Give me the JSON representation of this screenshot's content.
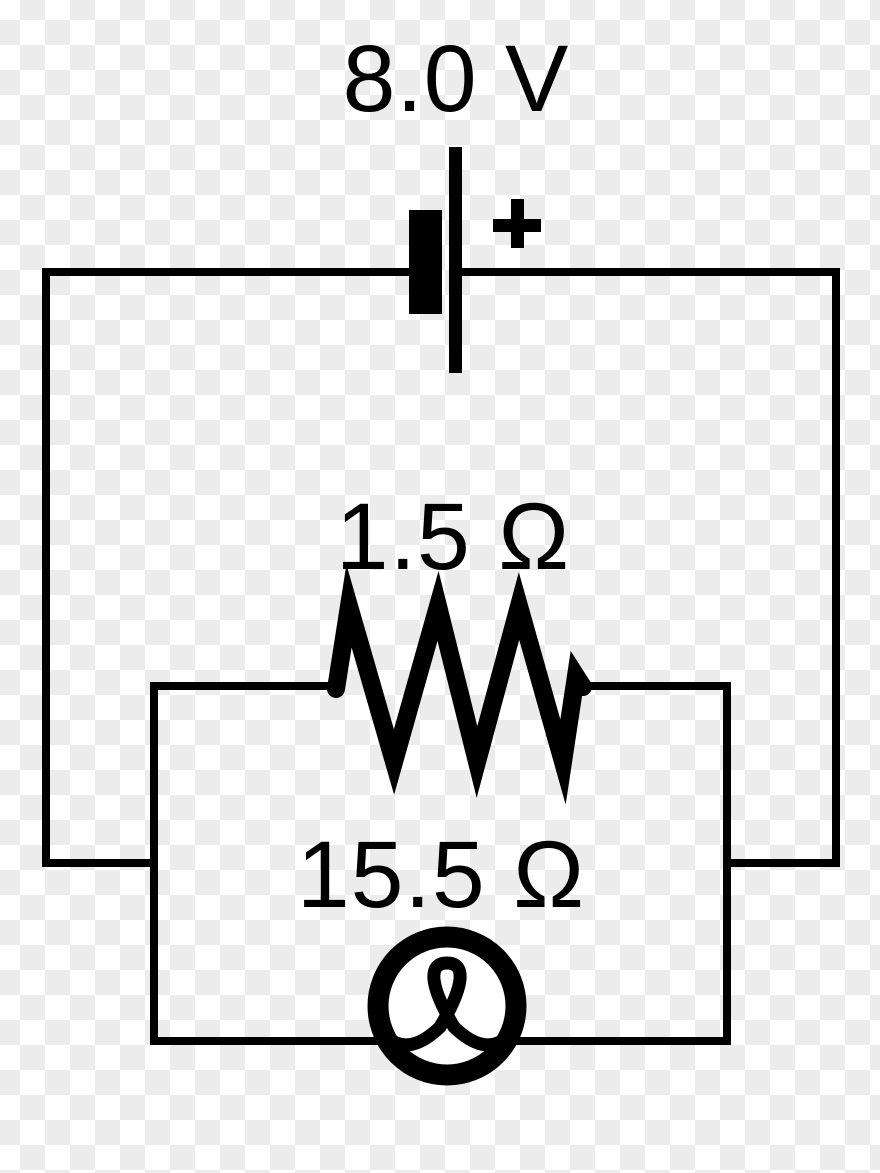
{
  "diagram": {
    "type": "parallel-circuit-schematic",
    "colors": {
      "line": "#000000",
      "checker_light": "#ffffff",
      "checker_dark": "#ececec",
      "lamp_fill": "#ffffff"
    },
    "battery": {
      "voltage_label": "8.0 V",
      "polarity_icon": "+"
    },
    "resistor": {
      "value_label": "1.5 Ω"
    },
    "lamp": {
      "value_label": "15.5 Ω"
    }
  }
}
